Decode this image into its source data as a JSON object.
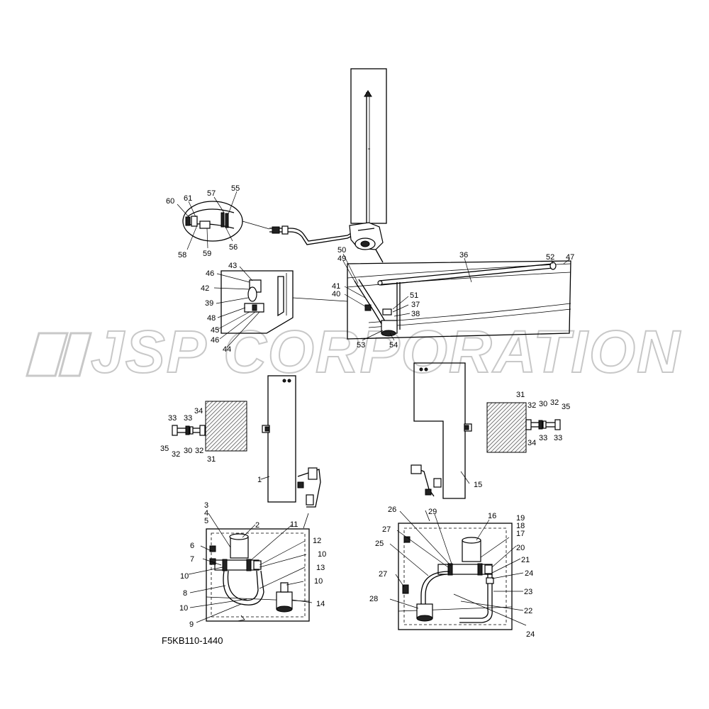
{
  "watermark": {
    "text": "JSP CORPORATION",
    "color": "#c8c8c8"
  },
  "diagram_code": "F5KB110-1440",
  "callouts": [
    {
      "id": "c60",
      "label": "60"
    },
    {
      "id": "c61",
      "label": "61"
    },
    {
      "id": "c57",
      "label": "57"
    },
    {
      "id": "c55",
      "label": "55"
    },
    {
      "id": "c58",
      "label": "58"
    },
    {
      "id": "c59",
      "label": "59"
    },
    {
      "id": "c56",
      "label": "56"
    },
    {
      "id": "c50",
      "label": "50"
    },
    {
      "id": "c49",
      "label": "49"
    },
    {
      "id": "c36",
      "label": "36"
    },
    {
      "id": "c52",
      "label": "52"
    },
    {
      "id": "c47",
      "label": "47"
    },
    {
      "id": "c41",
      "label": "41"
    },
    {
      "id": "c40",
      "label": "40"
    },
    {
      "id": "c51",
      "label": "51"
    },
    {
      "id": "c37",
      "label": "37"
    },
    {
      "id": "c38",
      "label": "38"
    },
    {
      "id": "c53",
      "label": "53"
    },
    {
      "id": "c54",
      "label": "54"
    },
    {
      "id": "c43",
      "label": "43"
    },
    {
      "id": "c46a",
      "label": "46"
    },
    {
      "id": "c42",
      "label": "42"
    },
    {
      "id": "c39",
      "label": "39"
    },
    {
      "id": "c48",
      "label": "48"
    },
    {
      "id": "c45",
      "label": "45"
    },
    {
      "id": "c46b",
      "label": "46"
    },
    {
      "id": "c44",
      "label": "44"
    },
    {
      "id": "c33a",
      "label": "33"
    },
    {
      "id": "c33b",
      "label": "33"
    },
    {
      "id": "c34a",
      "label": "34"
    },
    {
      "id": "c35a",
      "label": "35"
    },
    {
      "id": "c32a",
      "label": "32"
    },
    {
      "id": "c30a",
      "label": "30"
    },
    {
      "id": "c32b",
      "label": "32"
    },
    {
      "id": "c31a",
      "label": "31"
    },
    {
      "id": "c1",
      "label": "1"
    },
    {
      "id": "c31b",
      "label": "31"
    },
    {
      "id": "c32c",
      "label": "32"
    },
    {
      "id": "c30b",
      "label": "30"
    },
    {
      "id": "c32d",
      "label": "32"
    },
    {
      "id": "c35b",
      "label": "35"
    },
    {
      "id": "c34b",
      "label": "34"
    },
    {
      "id": "c33c",
      "label": "33"
    },
    {
      "id": "c33d",
      "label": "33"
    },
    {
      "id": "c15",
      "label": "15"
    },
    {
      "id": "c3",
      "label": "3"
    },
    {
      "id": "c4",
      "label": "4"
    },
    {
      "id": "c5",
      "label": "5"
    },
    {
      "id": "c2",
      "label": "2"
    },
    {
      "id": "c11",
      "label": "11"
    },
    {
      "id": "c6",
      "label": "6"
    },
    {
      "id": "c12",
      "label": "12"
    },
    {
      "id": "c7",
      "label": "7"
    },
    {
      "id": "c10a",
      "label": "10"
    },
    {
      "id": "c10b",
      "label": "10"
    },
    {
      "id": "c13",
      "label": "13"
    },
    {
      "id": "c8",
      "label": "8"
    },
    {
      "id": "c10c",
      "label": "10"
    },
    {
      "id": "c10d",
      "label": "10"
    },
    {
      "id": "c14",
      "label": "14"
    },
    {
      "id": "c9",
      "label": "9"
    },
    {
      "id": "c26",
      "label": "26"
    },
    {
      "id": "c29",
      "label": "29"
    },
    {
      "id": "c16",
      "label": "16"
    },
    {
      "id": "c19",
      "label": "19"
    },
    {
      "id": "c18",
      "label": "18"
    },
    {
      "id": "c17",
      "label": "17"
    },
    {
      "id": "c27a",
      "label": "27"
    },
    {
      "id": "c25",
      "label": "25"
    },
    {
      "id": "c20",
      "label": "20"
    },
    {
      "id": "c21",
      "label": "21"
    },
    {
      "id": "c24a",
      "label": "24"
    },
    {
      "id": "c27b",
      "label": "27"
    },
    {
      "id": "c23",
      "label": "23"
    },
    {
      "id": "c28",
      "label": "28"
    },
    {
      "id": "c22",
      "label": "22"
    },
    {
      "id": "c24b",
      "label": "24"
    }
  ]
}
